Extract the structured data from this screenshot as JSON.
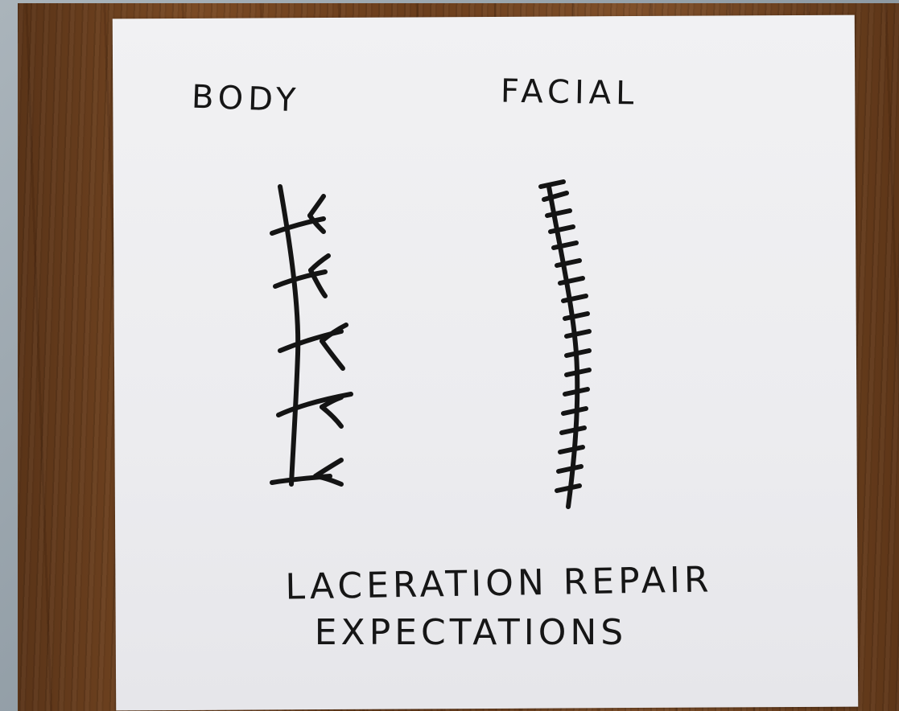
{
  "labels": {
    "body": "BODY",
    "facial": "FACIAL"
  },
  "caption": {
    "line1": "LACERATION REPAIR",
    "line2": "EXPECTATIONS"
  },
  "colors": {
    "ink": "#141414",
    "paper": "#ececef",
    "wood": "#6b3e1c"
  }
}
